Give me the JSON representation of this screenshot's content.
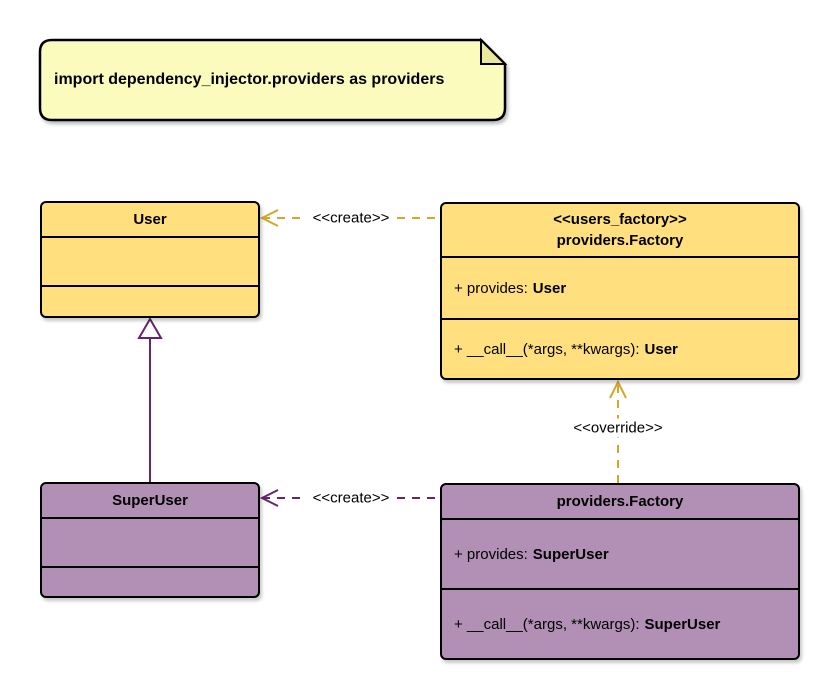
{
  "note": {
    "text": "import dependency_injector.providers as providers"
  },
  "classes": {
    "user": {
      "name": "User"
    },
    "users_factory": {
      "stereotype": "<<users_factory>>",
      "name": "providers.Factory",
      "provides_label": "+ provides:",
      "provides_type": "User",
      "call_label": "+ __call__(*args, **kwargs):",
      "call_type": "User"
    },
    "super_user": {
      "name": "SuperUser"
    },
    "super_user_factory": {
      "name": "providers.Factory",
      "provides_label": "+ provides:",
      "provides_type": "SuperUser",
      "call_label": "+ __call__(*args, **kwargs):",
      "call_type": "SuperUser"
    }
  },
  "edges": {
    "user_create": {
      "label": "<<create>>"
    },
    "super_user_create": {
      "label": "<<create>>"
    },
    "override": {
      "label": "<<override>>"
    }
  },
  "colors": {
    "class_yellow": "#FFDF7E",
    "class_purple": "#B290B5",
    "note_fill": "#FBFBBE",
    "note_fold": "#E9E99C",
    "edge_gold": "#D3A62C",
    "edge_purple": "#672569",
    "border_black": "#000000"
  }
}
